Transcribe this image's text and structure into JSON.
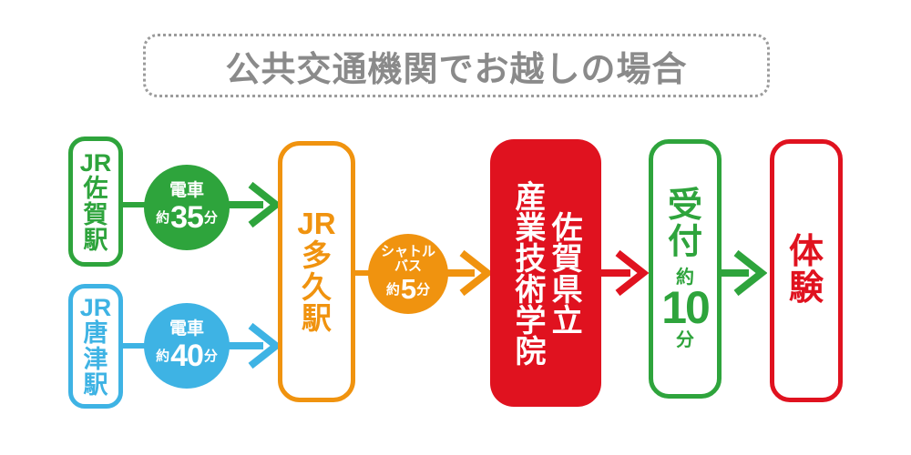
{
  "title": {
    "text": "公共交通機関でお越しの場合"
  },
  "colors": {
    "green": "#2ea43c",
    "blue": "#3eb3e4",
    "orange": "#f0930f",
    "red": "#e0121f",
    "title_gray": "#8a8a8a"
  },
  "nodes": {
    "saga_station": {
      "label": "JR佐賀駅"
    },
    "karatsu_station": {
      "label": "JR唐津駅"
    },
    "taku_station": {
      "label": "JR多久駅"
    },
    "academy": {
      "label": "佐賀県立\n産業技術学院"
    },
    "reception": {
      "label": "受付",
      "approx": "約",
      "minutes": "10",
      "unit": "分"
    },
    "experience": {
      "label": "体験"
    }
  },
  "transports": {
    "train_from_saga": {
      "vehicle": "電車",
      "approx": "約",
      "minutes": "35",
      "unit": "分"
    },
    "train_from_karatsu": {
      "vehicle": "電車",
      "approx": "約",
      "minutes": "40",
      "unit": "分"
    },
    "shuttle_bus": {
      "vehicle": "シャトル\nバス",
      "approx": "約",
      "minutes": "5",
      "unit": "分"
    }
  }
}
